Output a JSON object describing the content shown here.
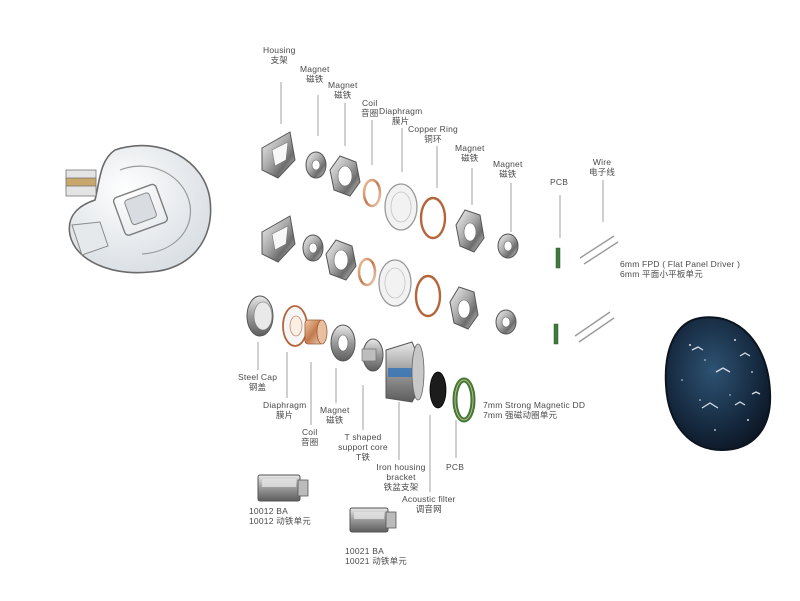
{
  "labels": {
    "housing": {
      "en": "Housing",
      "zh": "支架"
    },
    "magnet1": {
      "en": "Magnet",
      "zh": "磁铁"
    },
    "magnet2": {
      "en": "Magnet",
      "zh": "磁铁"
    },
    "coil_top": {
      "en": "Coil",
      "zh": "音圈"
    },
    "diaphragm_top": {
      "en": "Diaphragm",
      "zh": "膜片"
    },
    "copper_ring": {
      "en": "Copper Ring",
      "zh": "铜环"
    },
    "magnet3": {
      "en": "Magnet",
      "zh": "磁铁"
    },
    "magnet4": {
      "en": "Magnet",
      "zh": "磁铁"
    },
    "pcb_top": {
      "en": "PCB",
      "zh": ""
    },
    "wire": {
      "en": "Wire",
      "zh": "电子线"
    },
    "fpd": {
      "en": "6mm FPD ( Flat Panel Driver )",
      "zh": "6mm 平面小平板单元"
    },
    "steel_cap": {
      "en": "Steel Cap",
      "zh": "钢盖"
    },
    "diaphragm_bottom": {
      "en": "Diaphragm",
      "zh": "膜片"
    },
    "coil_bottom": {
      "en": "Coil",
      "zh": "音圈"
    },
    "magnet_bottom": {
      "en": "Magnet",
      "zh": "磁铁"
    },
    "t_core": {
      "en": "T shaped support core",
      "zh": "T铁"
    },
    "iron_housing": {
      "en": "Iron housing bracket",
      "zh": "铁盆支架"
    },
    "acoustic_filter": {
      "en": "Acoustic filter",
      "zh": "调音网"
    },
    "pcb_bottom": {
      "en": "PCB",
      "zh": ""
    },
    "dd": {
      "en": "7mm Strong Magnetic DD",
      "zh": "7mm 强磁动圈单元"
    },
    "ba1": {
      "en": "10012 BA",
      "zh": "10012 动铁单元"
    },
    "ba2": {
      "en": "10021 BA",
      "zh": "10021 动铁单元"
    }
  },
  "colors": {
    "metal_light": "#e6e6e6",
    "metal_dark": "#6f6f6f",
    "copper": "#b5653c",
    "pcb_green": "#3f7a3a",
    "dd_blue": "#3d77b6",
    "faceplate": "#1e3a5a",
    "line": "#7a7a7a"
  },
  "icons": [
    "transparent-shell-icon",
    "starry-faceplate-icon",
    "ba-driver-icon"
  ]
}
